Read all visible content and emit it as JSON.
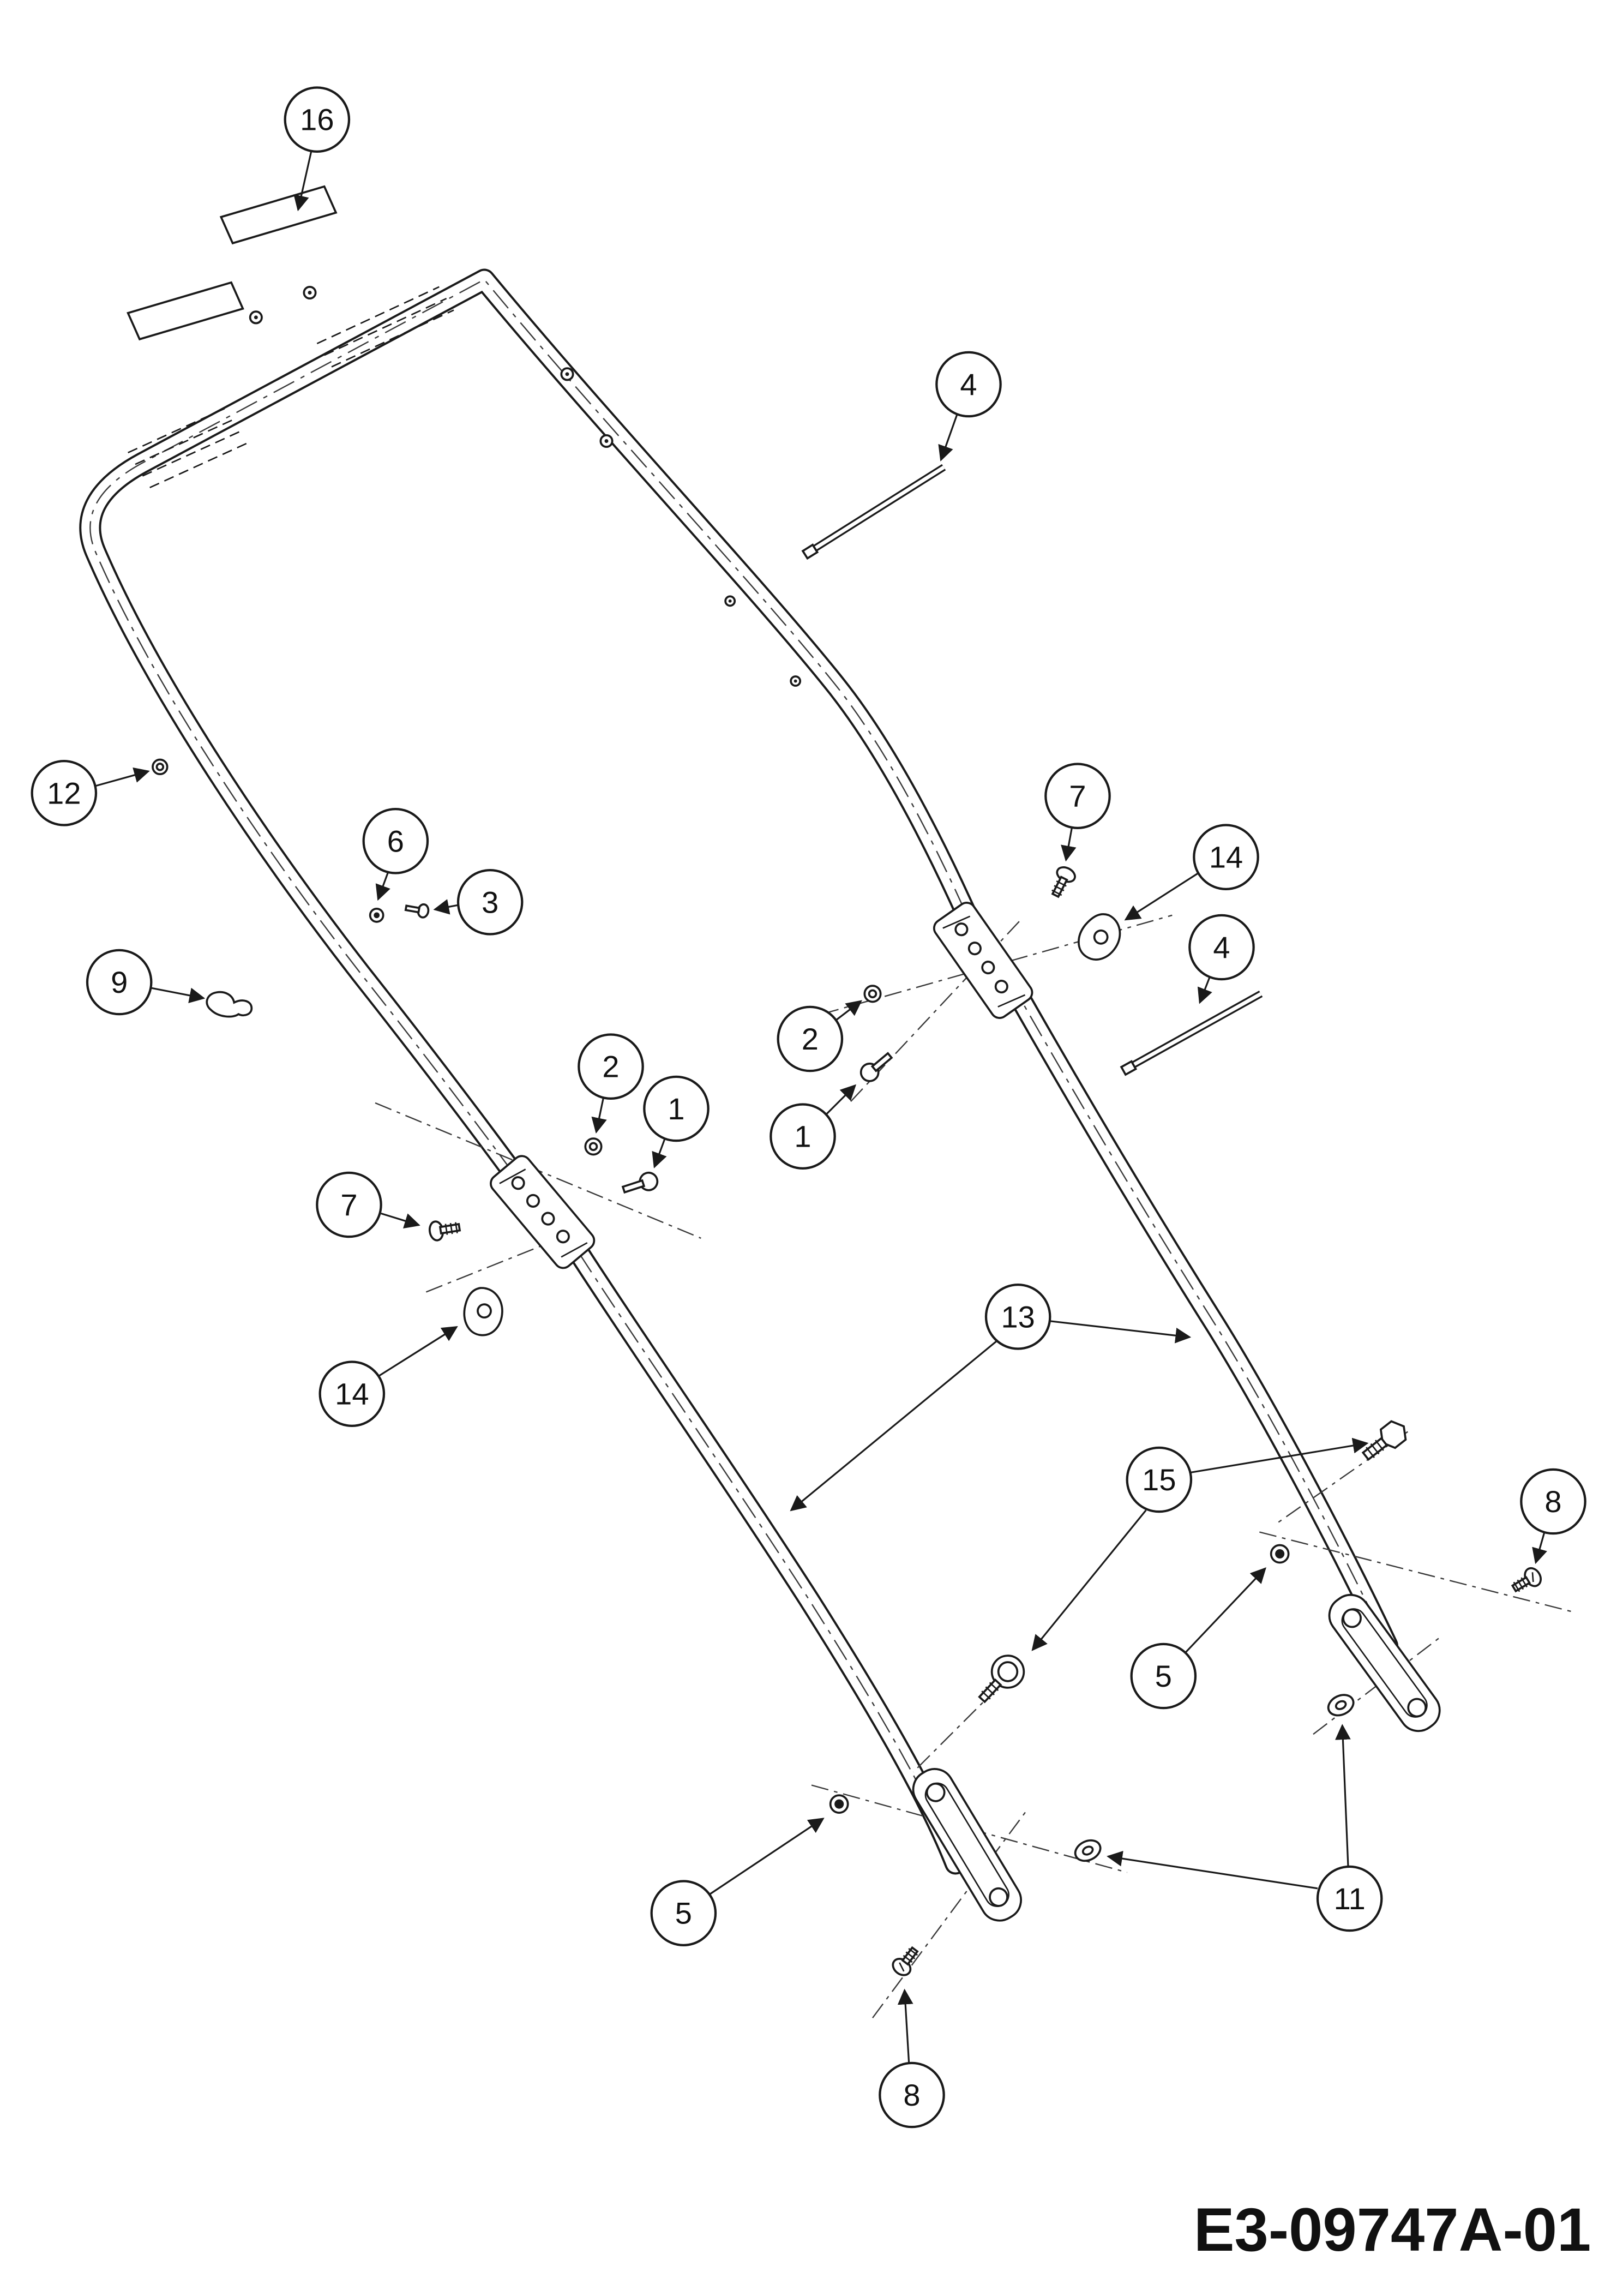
{
  "diagram": {
    "code": "E3-09747A-01"
  },
  "callouts": [
    {
      "label": "16"
    },
    {
      "label": "4"
    },
    {
      "label": "12"
    },
    {
      "label": "6"
    },
    {
      "label": "3"
    },
    {
      "label": "7"
    },
    {
      "label": "14"
    },
    {
      "label": "4"
    },
    {
      "label": "2"
    },
    {
      "label": "1"
    },
    {
      "label": "9"
    },
    {
      "label": "2"
    },
    {
      "label": "1"
    },
    {
      "label": "7"
    },
    {
      "label": "14"
    },
    {
      "label": "13"
    },
    {
      "label": "15"
    },
    {
      "label": "8"
    },
    {
      "label": "5"
    },
    {
      "label": "11"
    },
    {
      "label": "5"
    },
    {
      "label": "8"
    }
  ]
}
